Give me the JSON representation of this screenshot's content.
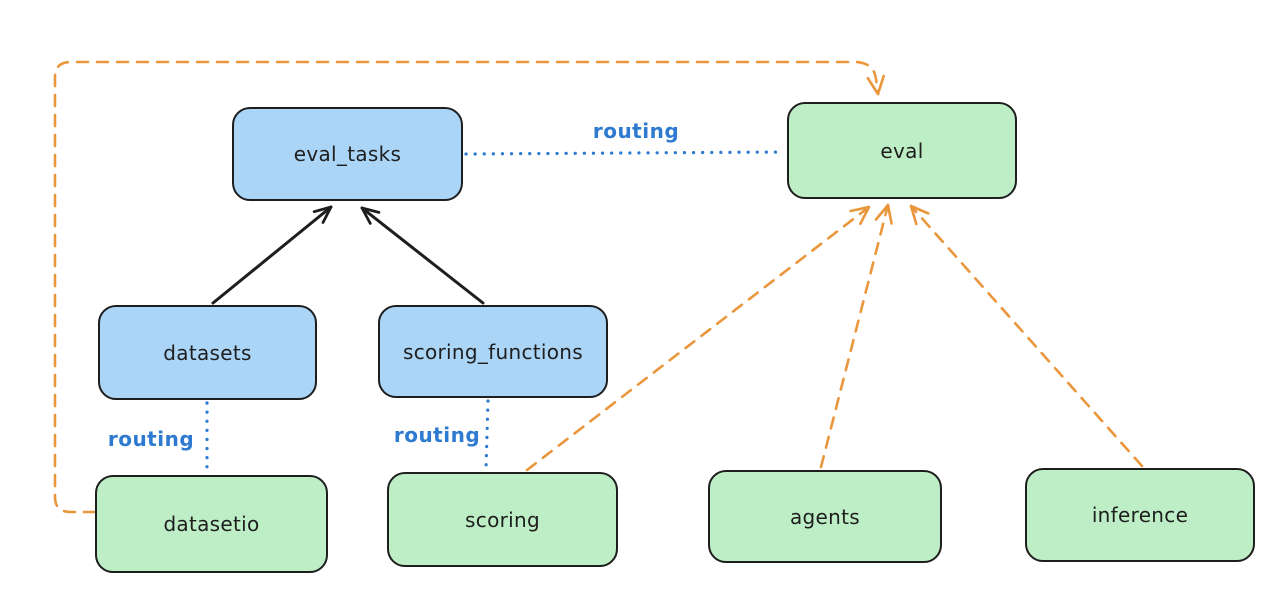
{
  "diagram": {
    "nodes": {
      "eval_tasks": {
        "label": "eval_tasks",
        "kind": "api"
      },
      "eval": {
        "label": "eval",
        "kind": "provider"
      },
      "datasets": {
        "label": "datasets",
        "kind": "api"
      },
      "scoring_functions": {
        "label": "scoring_functions",
        "kind": "api"
      },
      "datasetio": {
        "label": "datasetio",
        "kind": "provider"
      },
      "scoring": {
        "label": "scoring",
        "kind": "provider"
      },
      "agents": {
        "label": "agents",
        "kind": "provider"
      },
      "inference": {
        "label": "inference",
        "kind": "provider"
      }
    },
    "edges": [
      {
        "from": "datasets",
        "to": "eval_tasks",
        "style": "solid-arrow",
        "color": "black"
      },
      {
        "from": "scoring_functions",
        "to": "eval_tasks",
        "style": "solid-arrow",
        "color": "black"
      },
      {
        "from": "eval_tasks",
        "to": "eval",
        "style": "dotted",
        "color": "blue",
        "label": "routing"
      },
      {
        "from": "datasets",
        "to": "datasetio",
        "style": "dotted",
        "color": "blue",
        "label": "routing"
      },
      {
        "from": "scoring_functions",
        "to": "scoring",
        "style": "dotted",
        "color": "blue",
        "label": "routing"
      },
      {
        "from": "datasetio",
        "to": "eval",
        "style": "dashed-arrow",
        "color": "orange"
      },
      {
        "from": "scoring",
        "to": "eval",
        "style": "dashed-arrow",
        "color": "orange"
      },
      {
        "from": "agents",
        "to": "eval",
        "style": "dashed-arrow",
        "color": "orange"
      },
      {
        "from": "inference",
        "to": "eval",
        "style": "dashed-arrow",
        "color": "orange"
      }
    ],
    "colors": {
      "api_node_fill": "#abd5f7",
      "provider_node_fill": "#bdeec6",
      "node_stroke": "#1e1e1e",
      "routing_blue": "#2e7ad1",
      "dashed_orange": "#e9963c",
      "solid_arrow_black": "#1e1e1e",
      "background": "#ffffff"
    }
  }
}
